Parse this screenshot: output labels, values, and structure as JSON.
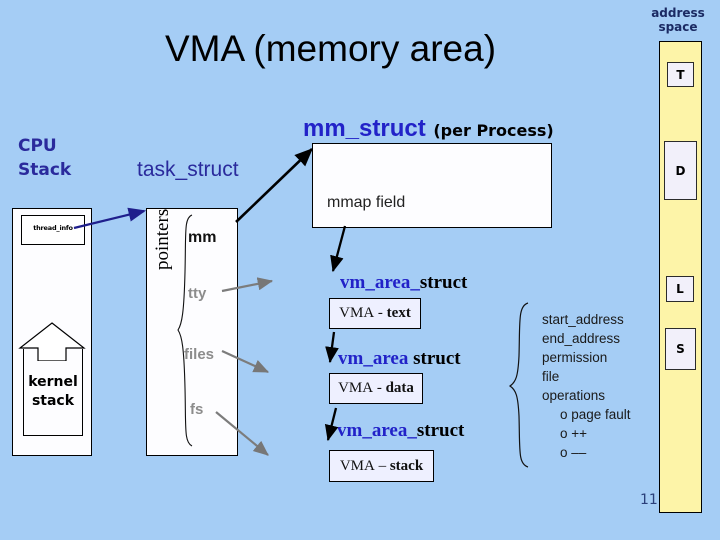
{
  "title": "VMA (memory area)",
  "page_number": "11",
  "colors": {
    "background": "#a5cdf5",
    "label_blue": "#2a2a9c",
    "struct_blue": "#2222c8",
    "address_space_fill": "#fdf4a8",
    "gray_field": "#8c8c8c"
  },
  "cpu": {
    "label": "CPU\nStack",
    "label_line1": "CPU",
    "label_line2": "Stack",
    "thread_info": "thread_info",
    "kernel_stack_line1": "kernel",
    "kernel_stack_line2": "stack"
  },
  "task_struct": {
    "label": "task_struct",
    "pointers_label": "pointers",
    "fields": [
      {
        "name": "mm",
        "style": "bold-black"
      },
      {
        "name": "tty",
        "style": "gray"
      },
      {
        "name": "files",
        "style": "gray"
      },
      {
        "name": "fs",
        "style": "gray"
      }
    ]
  },
  "mm_struct": {
    "label_main": "mm_struct",
    "label_sub": "(per Process)",
    "mmap_field": "mmap    field"
  },
  "vmas": [
    {
      "title_blue": "vm_area_",
      "title_black": "struct",
      "box_lead": "VMA",
      "box_sep": "-",
      "box_name": "text"
    },
    {
      "title_blue": "vm_area",
      "title_black": " struct",
      "box_lead": "VMA",
      "box_sep": "-",
      "box_name": "data"
    },
    {
      "title_blue": "vm_area_",
      "title_black": "struct",
      "box_lead": "VMA",
      "box_sep": "–",
      "box_name": "stack"
    }
  ],
  "vma_fields": [
    {
      "text": "start_address",
      "sub": false
    },
    {
      "text": "end_address",
      "sub": false
    },
    {
      "text": "permission",
      "sub": false
    },
    {
      "text": "file",
      "sub": false
    },
    {
      "text": "operations",
      "sub": false
    },
    {
      "text": "o page fault",
      "sub": true
    },
    {
      "text": "o ++",
      "sub": true
    },
    {
      "text": "o ––",
      "sub": true
    }
  ],
  "address_space": {
    "label_line1": "address",
    "label_line2": "space",
    "segments": [
      {
        "id": "T",
        "label": "T"
      },
      {
        "id": "D",
        "label": "D"
      },
      {
        "id": "L",
        "label": "L"
      },
      {
        "id": "S",
        "label": "S"
      }
    ]
  }
}
